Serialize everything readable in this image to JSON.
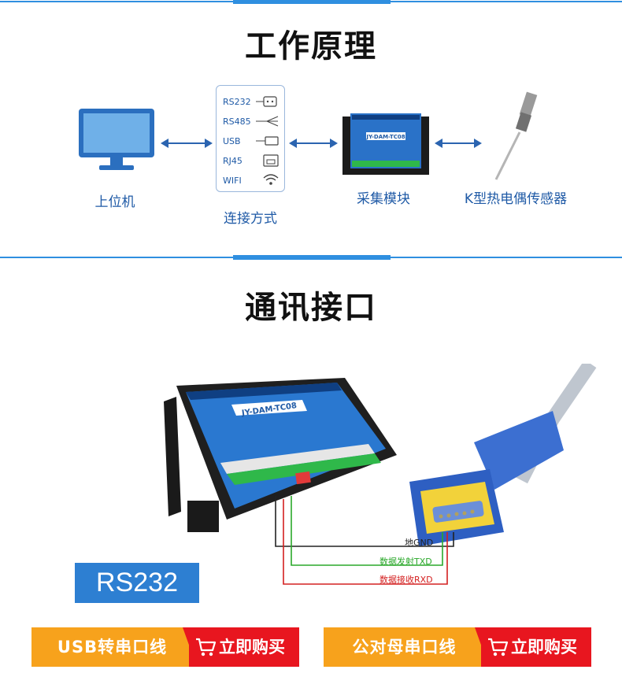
{
  "sections": {
    "principle_title": "工作原理",
    "interface_title": "通讯接口"
  },
  "flow": {
    "host_label": "上位机",
    "connection_label": "连接方式",
    "module_label": "采集模块",
    "sensor_label": "K型热电偶传感器",
    "connections": [
      "RS232",
      "RS485",
      "USB",
      "RJ45",
      "WIFI"
    ]
  },
  "module": {
    "model": "JY-DAM-TC08"
  },
  "wiring": {
    "gnd_label": "地GND",
    "txd_label": "数据发射TXD",
    "rxd_label": "数据接收RXD",
    "colors": {
      "gnd": "#222222",
      "txd": "#2aa82a",
      "rxd": "#d42020"
    }
  },
  "interface_badge": "RS232",
  "buttons": [
    {
      "name": "USB转串口线",
      "action": "立即购买"
    },
    {
      "name": "公对母串口线",
      "action": "立即购买"
    }
  ],
  "colors": {
    "accent": "#2f8fe0",
    "buy_orange": "#f7a21c",
    "buy_red": "#e8161f"
  }
}
